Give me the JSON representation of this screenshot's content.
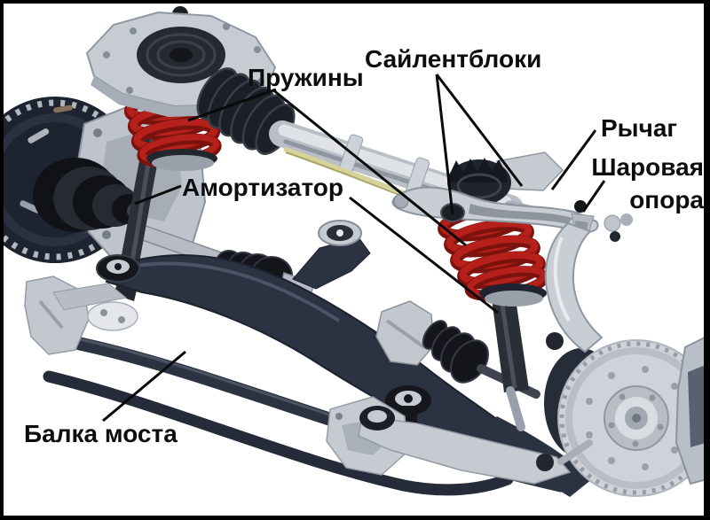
{
  "diagram": {
    "subject": "front-suspension-cutaway",
    "labels": {
      "springs": "Пружины",
      "silent_blocks": "Сайлентблоки",
      "control_arm": "Рычаг",
      "ball_joint": "Шаровая опора",
      "shock_absorber": "Амортизатор",
      "axle_beam": "Балка моста"
    },
    "colors": {
      "background": "#ffffff",
      "frame": "#000000",
      "label_text": "#0d0d0d",
      "leader_line": "#0a0a0a",
      "spring_red": "#b5201b",
      "spring_red_dark": "#7c120e",
      "steel_dark": "#2b3343",
      "metal_silver": "#c9cdd4",
      "rubber_black": "#16181d"
    }
  }
}
